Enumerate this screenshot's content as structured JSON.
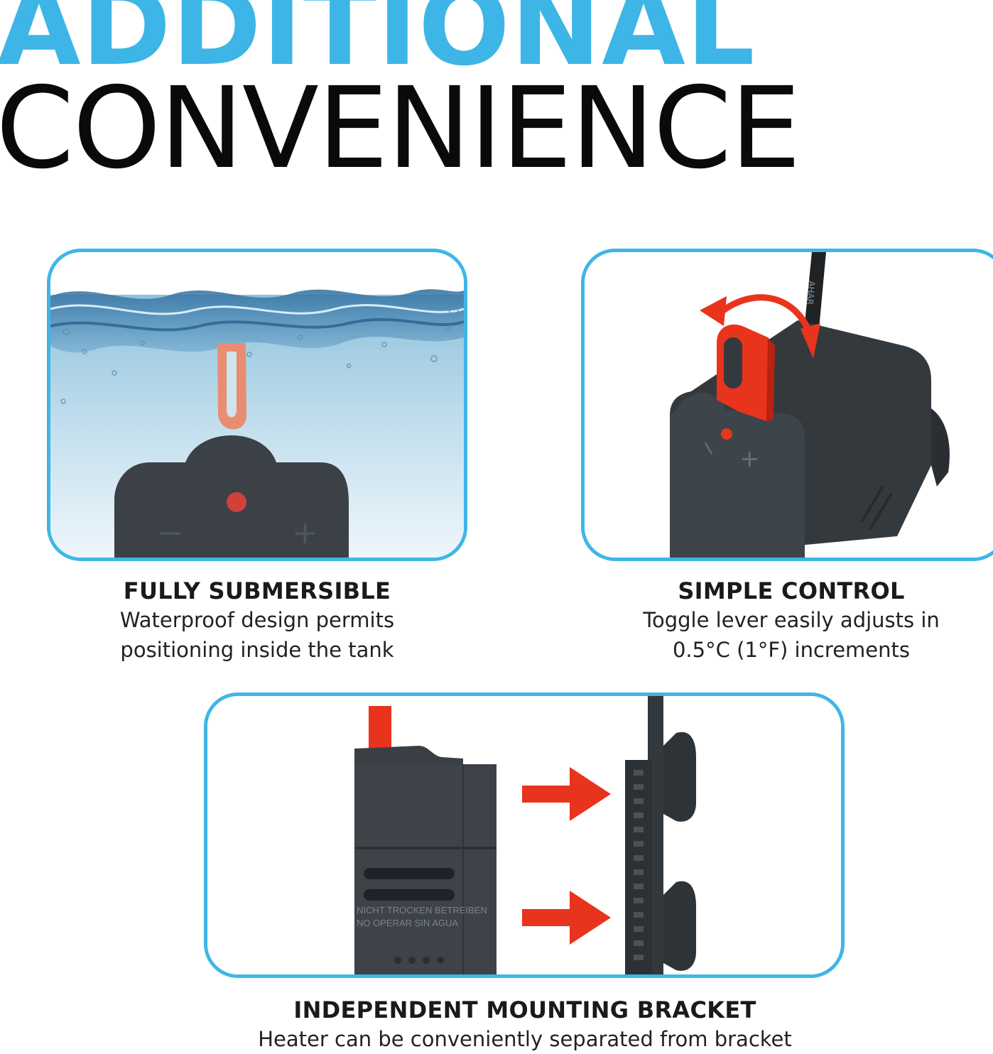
{
  "headline": {
    "line1": "ADDITIONAL",
    "line2": "CONVENIENCE"
  },
  "colors": {
    "accent_blue": "#3db5e6",
    "heater_body": "#3b4147",
    "lever_red": "#e8341c"
  },
  "features": [
    {
      "title": "FULLY SUBMERSIBLE",
      "desc_line1": "Waterproof design permits",
      "desc_line2": "positioning inside the tank",
      "image": "heater-submerged-in-water"
    },
    {
      "title": "SIMPLE CONTROL",
      "desc_line1": "Toggle lever easily adjusts in",
      "desc_line2": "0.5°C (1°F) increments",
      "image": "heater-toggle-lever-closeup"
    },
    {
      "title": "INDEPENDENT MOUNTING BRACKET",
      "desc_line1": "Heater can be conveniently separated from bracket",
      "image": "heater-and-suction-bracket"
    }
  ],
  "icons": {
    "minus_label": "−",
    "plus_label": "+",
    "cable_print": "AHAR",
    "body_print_1": "NICHT TROCKEN BETREIBEN",
    "body_print_2": "NO OPERAR SIN AGUA"
  }
}
